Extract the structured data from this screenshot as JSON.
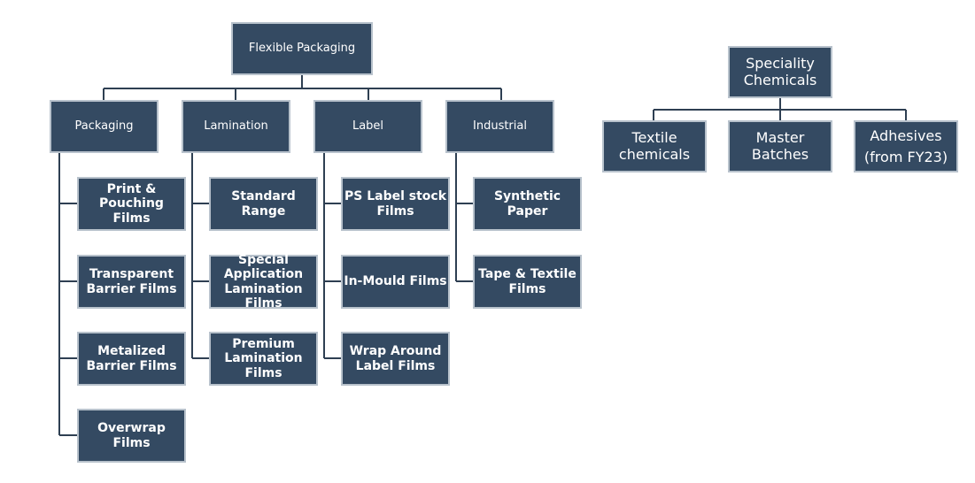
{
  "flexible_packaging": {
    "root": "Flexible Packaging",
    "categories": [
      {
        "label": "Packaging",
        "items": [
          "Print  &\nPouching Films",
          "Transparent\nBarrier Films",
          "Metalized\nBarrier Films",
          "Overwrap Films"
        ]
      },
      {
        "label": "Lamination",
        "items": [
          "Standard Range",
          "Special\nApplication\nLamination Films",
          "Premium\nLamination Films"
        ]
      },
      {
        "label": "Label",
        "items": [
          "PS Label stock\nFilms",
          "In-Mould Films",
          "Wrap Around\nLabel Films"
        ]
      },
      {
        "label": "Industrial",
        "items": [
          "Synthetic Paper",
          "Tape & Textile\nFilms"
        ]
      }
    ]
  },
  "speciality_chemicals": {
    "root": "Speciality\nChemicals",
    "items": [
      "Textile\nchemicals",
      "Master\nBatches",
      "Adhesives\n(from FY23)"
    ]
  },
  "colors": {
    "box_fill": "#344a62",
    "box_border": "#b8c2cc",
    "connector": "#2e3f52",
    "text": "#ffffff"
  }
}
